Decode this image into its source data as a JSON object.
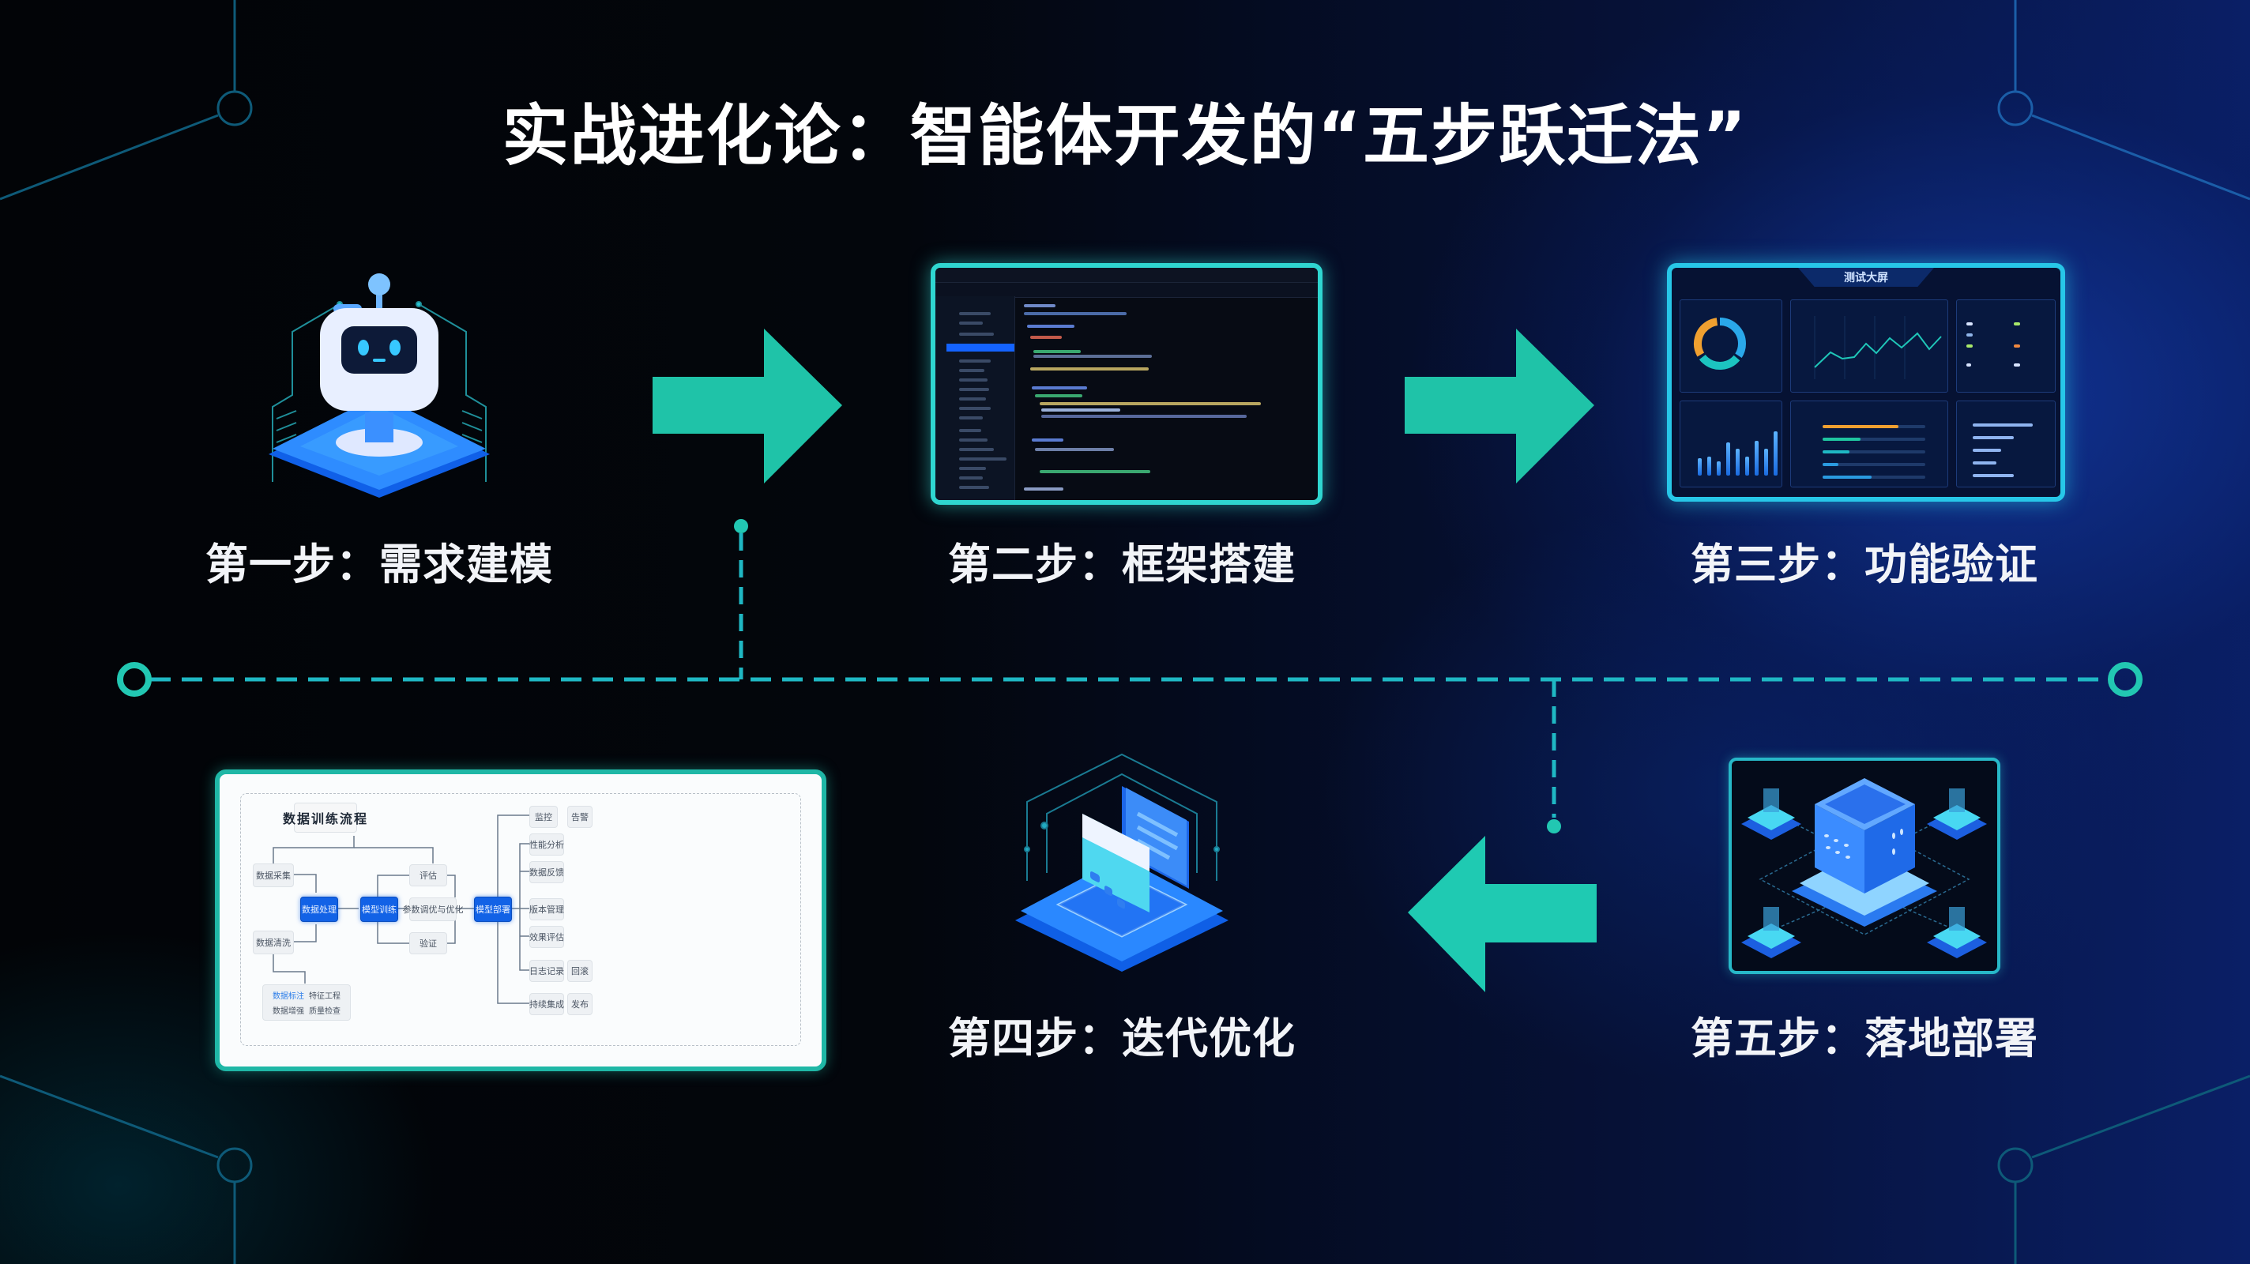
{
  "title": "实战进化论：智能体开发的“五步跃迁法”",
  "colors": {
    "accent_teal": "#22c7b2",
    "timeline_teal": "#1fb8c4",
    "deco_line": "#0f5e7a",
    "background_dark": "#03060c",
    "background_blue": "#0a1f66",
    "text": "#f2f4f8"
  },
  "steps": [
    {
      "index": 1,
      "label": "第一步：需求建模",
      "icon": "robot-icon"
    },
    {
      "index": 2,
      "label": "第二步：框架搭建",
      "icon": "code-editor-screenshot"
    },
    {
      "index": 3,
      "label": "第三步：功能验证",
      "icon": "dashboard-screenshot"
    },
    {
      "index": 4,
      "label": "第四步：迭代优化",
      "icon": "windows-stack-icon"
    },
    {
      "index": 5,
      "label": "第五步：落地部署",
      "icon": "server-network-icon"
    }
  ],
  "arrows": [
    {
      "from": 1,
      "to": 2,
      "direction": "right"
    },
    {
      "from": 2,
      "to": 3,
      "direction": "right"
    },
    {
      "from": 5,
      "to": 4,
      "direction": "left"
    }
  ],
  "dashboard": {
    "header": "测试大屏"
  },
  "flowchart": {
    "title": "数据训练流程",
    "nodes": [
      "数据采集",
      "数据清洗",
      "数据处理",
      "模型训练",
      "评估",
      "参数调优与优化",
      "验证",
      "模型部署",
      "监控",
      "告警",
      "性能分析",
      "数据反馈",
      "版本管理",
      "效果评估",
      "日志记录",
      "回滚",
      "持续集成",
      "发布"
    ],
    "note": [
      "数据标注",
      "特征工程",
      "数据增强",
      "质量检查"
    ]
  }
}
